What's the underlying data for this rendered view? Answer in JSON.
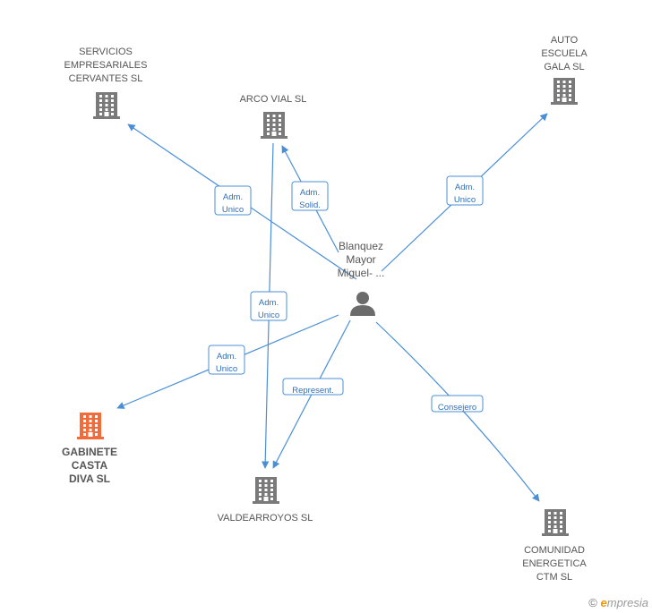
{
  "colors": {
    "edge": "#4a8fd6",
    "building": "#7a7a7a",
    "building_focus": "#f26b3a",
    "person": "#6b6b6b"
  },
  "person": {
    "name_lines": [
      "Blanquez",
      "Mayor",
      "Miguel- ..."
    ],
    "icon": "person-icon"
  },
  "companies": [
    {
      "id": "servicios",
      "lines": [
        "SERVICIOS",
        "EMPRESARIALES",
        "CERVANTES  SL"
      ],
      "focus": false
    },
    {
      "id": "arco",
      "lines": [
        "ARCO VIAL SL"
      ],
      "focus": false
    },
    {
      "id": "auto",
      "lines": [
        "AUTO",
        "ESCUELA",
        "GALA SL"
      ],
      "focus": false
    },
    {
      "id": "gabinete",
      "lines": [
        "GABINETE",
        "CASTA",
        "DIVA  SL"
      ],
      "focus": true
    },
    {
      "id": "valdearroyos",
      "lines": [
        "VALDEARROYOS SL"
      ],
      "focus": false
    },
    {
      "id": "comunidad",
      "lines": [
        "COMUNIDAD",
        "ENERGETICA",
        "CTM  SL"
      ],
      "focus": false
    }
  ],
  "edges": [
    {
      "id": "e-servicios",
      "label_lines": [
        "Adm.",
        "Unico"
      ]
    },
    {
      "id": "e-arco",
      "label_lines": [
        "Adm.",
        "Solid."
      ]
    },
    {
      "id": "e-auto",
      "label_lines": [
        "Adm.",
        "Unico"
      ]
    },
    {
      "id": "e-arco-valde",
      "label_lines": [
        "Adm.",
        "Unico"
      ]
    },
    {
      "id": "e-gabinete",
      "label_lines": [
        "Adm.",
        "Unico"
      ]
    },
    {
      "id": "e-valde",
      "label_lines": [
        "Represent."
      ]
    },
    {
      "id": "e-comunidad",
      "label_lines": [
        "Consejero"
      ]
    }
  ],
  "footer": {
    "copyright": "©",
    "brand_initial": "e",
    "brand_rest": "mpresia"
  }
}
